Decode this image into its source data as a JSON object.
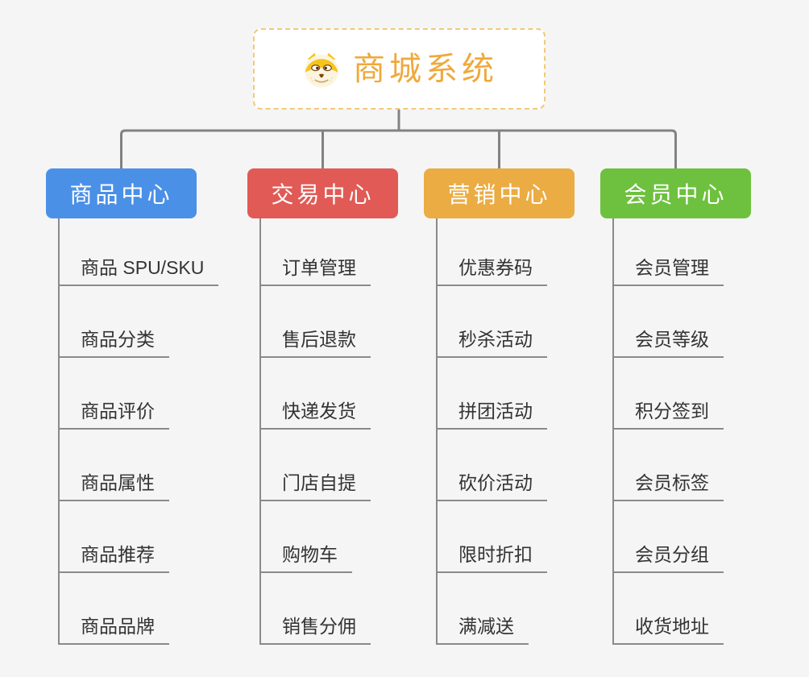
{
  "background_color": "#F5F5F5",
  "connector_color": "#828282",
  "leaf_line_color": "#8A8A8A",
  "root": {
    "label": "商城系统",
    "icon": "dog-face-icon",
    "text_color": "#EFA93C",
    "border_color": "#F3C878"
  },
  "branches": [
    {
      "label": "商品中心",
      "color": "#4B90E7",
      "children": [
        "商品 SPU/SKU",
        "商品分类",
        "商品评价",
        "商品属性",
        "商品推荐",
        "商品品牌"
      ]
    },
    {
      "label": "交易中心",
      "color": "#E15A55",
      "children": [
        "订单管理",
        "售后退款",
        "快递发货",
        "门店自提",
        "购物车",
        "销售分佣"
      ]
    },
    {
      "label": "营销中心",
      "color": "#EBAC43",
      "children": [
        "优惠券码",
        "秒杀活动",
        "拼团活动",
        "砍价活动",
        "限时折扣",
        "满减送"
      ]
    },
    {
      "label": "会员中心",
      "color": "#6EC13F",
      "children": [
        "会员管理",
        "会员等级",
        "积分签到",
        "会员标签",
        "会员分组",
        "收货地址"
      ]
    }
  ]
}
